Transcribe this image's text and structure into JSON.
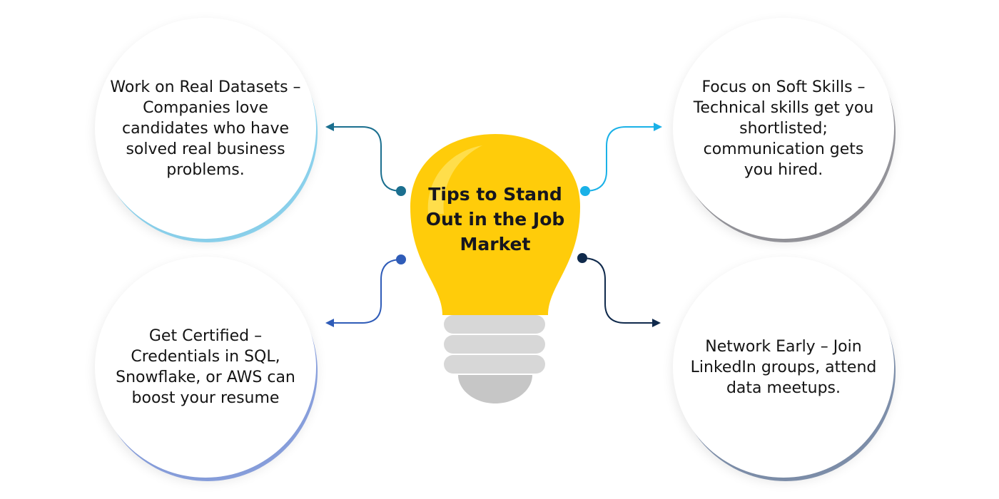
{
  "title": "Tips to Stand Out in the Job Market",
  "colors": {
    "bulb": "#FFCC0A",
    "bulb_highlight": "#FFE566",
    "base": "#D7D7D7",
    "base_tip": "#C6C6C6",
    "teal": "#1B6F8F",
    "cyan": "#1AB1E7",
    "blue": "#2F5CB8",
    "navy": "#102A4C"
  },
  "tips": [
    {
      "id": "real-datasets",
      "position": "top-left",
      "text": "Work on Real Datasets – Companies love candidates who have solved real business problems.",
      "connector_color": "#1B6F8F"
    },
    {
      "id": "soft-skills",
      "position": "top-right",
      "text": "Focus on Soft Skills – Technical skills get you shortlisted; communication gets you hired.",
      "connector_color": "#1AB1E7"
    },
    {
      "id": "get-certified",
      "position": "bottom-left",
      "text": "Get Certified – Credentials in SQL, Snowflake, or AWS can boost your resume",
      "connector_color": "#2F5CB8"
    },
    {
      "id": "network-early",
      "position": "bottom-right",
      "text": "Network Early – Join LinkedIn groups, attend data meetups.",
      "connector_color": "#102A4C"
    }
  ]
}
